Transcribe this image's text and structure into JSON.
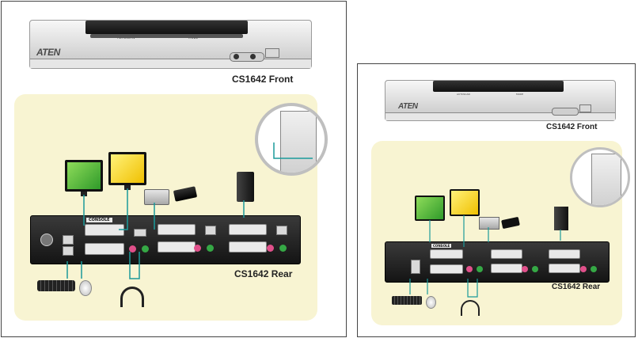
{
  "large": {
    "front_caption": "CS1642 Front",
    "rear_caption": "CS1642 Rear",
    "front_logo": "ATEN",
    "console_label": "CONSOLE",
    "slot_text_left": "AUTOSCAN",
    "slot_text_right": "MODE"
  },
  "small": {
    "front_caption": "CS1642 Front",
    "rear_caption": "CS1642 Rear",
    "front_logo": "ATEN",
    "console_label": "CONSOLE",
    "slot_text_left": "AUTOSCAN",
    "slot_text_right": "MODE"
  },
  "colors": {
    "background_panel": "#f8f4d2",
    "cable_teal": "#1a9a9a",
    "jack_pink": "#e0508a",
    "jack_green": "#35a845",
    "screen_green": "#3db33a",
    "screen_yellow": "#f4d21c"
  }
}
